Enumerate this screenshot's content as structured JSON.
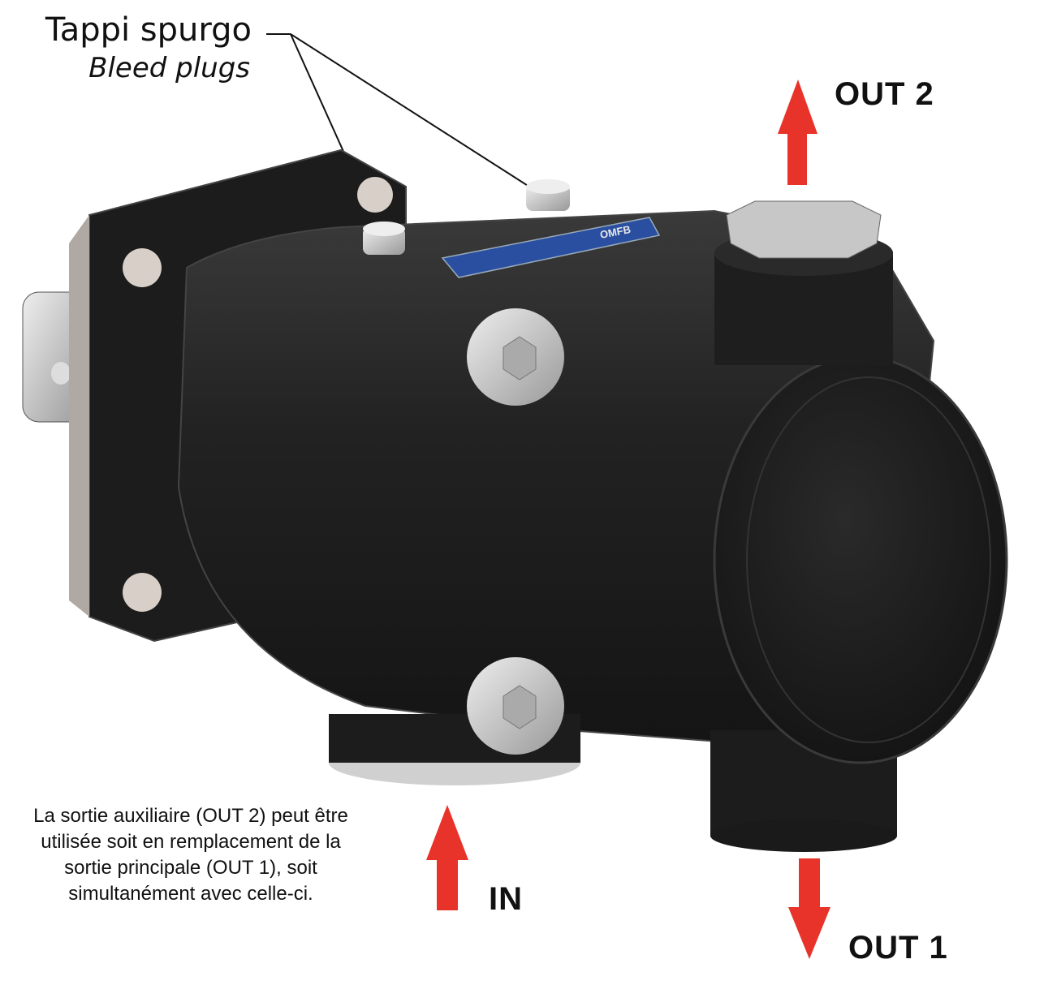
{
  "callout": {
    "title": "Tappi spurgo",
    "subtitle": "Bleed plugs"
  },
  "ports": {
    "out2": "OUT 2",
    "out1": "OUT 1",
    "in": "IN"
  },
  "note": "La sortie auxiliaire (OUT 2) peut être utilisée soit en remplacement de la sortie principale (OUT 1), soit simultanément avec celle-ci.",
  "nameplate_brand": "OMFB",
  "colors": {
    "arrow": "#e8332a",
    "body": "#1e1e1e",
    "plate": "#2a4fa0",
    "metal": "#c8c8c8"
  }
}
